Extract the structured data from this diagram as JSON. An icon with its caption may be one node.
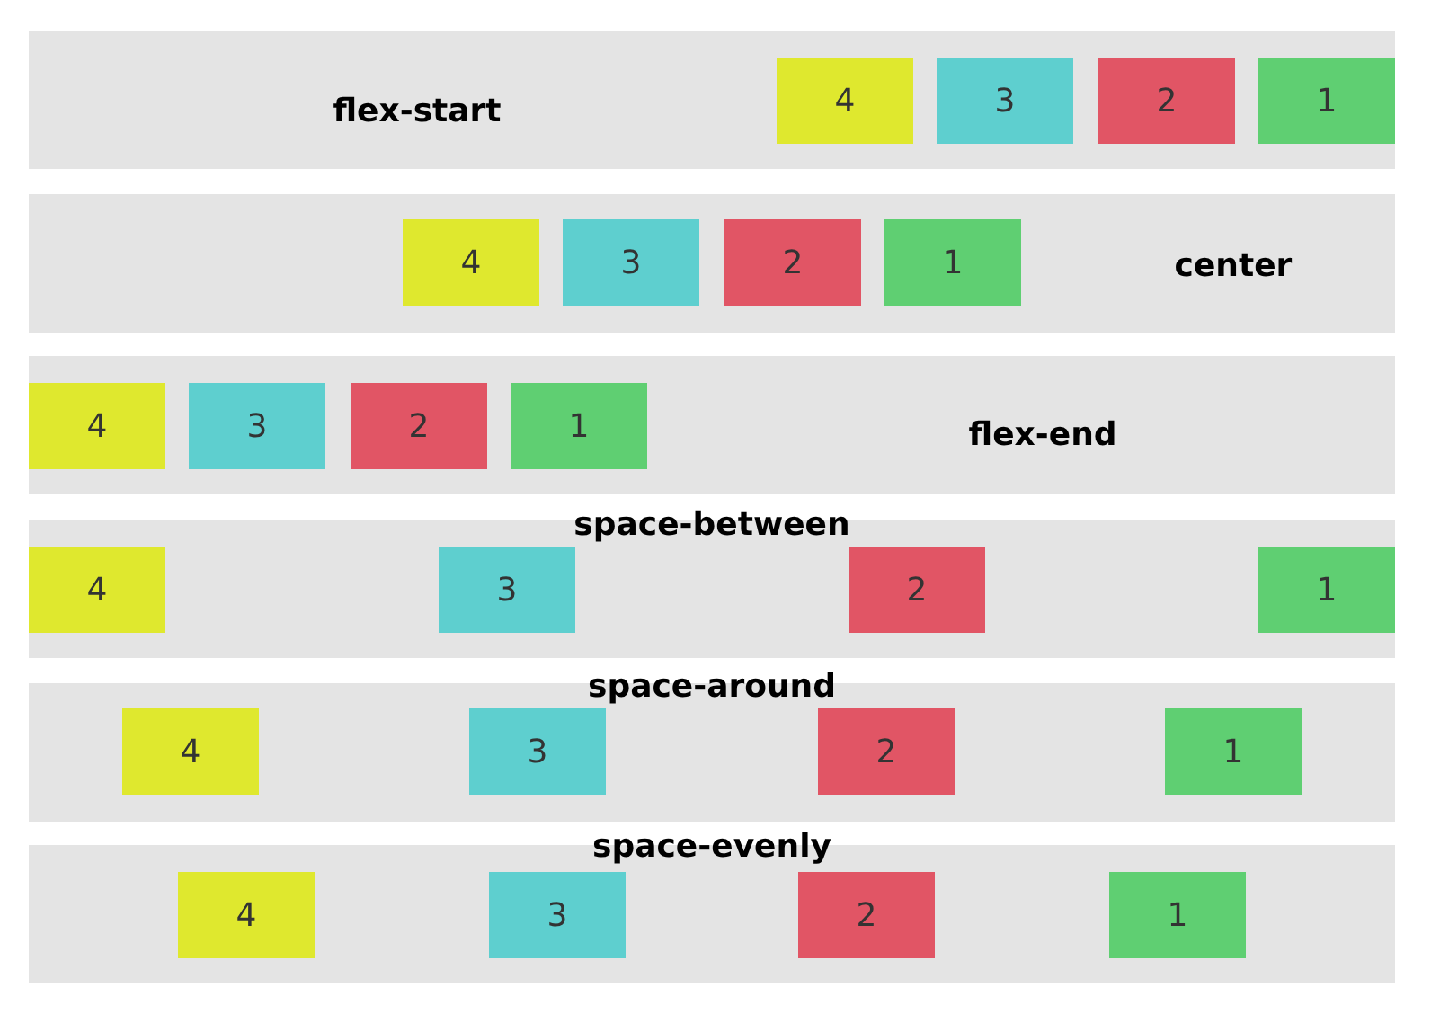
{
  "diagram": {
    "nodes": [
      {
        "text": [
          "flex-start"
        ]
      },
      {
        "text": [
          "4"
        ],
        "in": 0
      },
      {
        "text": [
          "3"
        ],
        "in": 0
      },
      {
        "text": [
          "2"
        ],
        "in": 0
      },
      {
        "text": [
          "1"
        ],
        "in": 0
      },
      {
        "text": [
          "center"
        ]
      },
      {
        "text": [
          "4"
        ],
        "in": 5
      },
      {
        "text": [
          "3"
        ],
        "in": 5
      },
      {
        "text": [
          "2"
        ],
        "in": 5
      },
      {
        "text": [
          "1"
        ],
        "in": 5
      },
      {
        "text": [
          "flex-end"
        ]
      },
      {
        "text": [
          "4"
        ],
        "in": 10
      },
      {
        "text": [
          "3"
        ],
        "in": 10
      },
      {
        "text": [
          "2"
        ],
        "in": 10
      },
      {
        "text": [
          "1"
        ],
        "in": 10
      },
      {
        "text": [
          "space-between"
        ]
      },
      {
        "text": [
          "4"
        ],
        "in": 15
      },
      {
        "text": [
          "3"
        ],
        "in": 15
      },
      {
        "text": [
          "2"
        ],
        "in": 15
      },
      {
        "text": [
          "1"
        ],
        "in": 15
      },
      {
        "text": [
          "space-around"
        ]
      },
      {
        "text": [
          "4"
        ],
        "in": 20
      },
      {
        "text": [
          "3"
        ],
        "in": 20
      },
      {
        "text": [
          "2"
        ],
        "in": 20
      },
      {
        "text": [
          "1"
        ],
        "in": 20
      },
      {
        "text": [
          "space-evenly"
        ]
      },
      {
        "text": [
          "4"
        ],
        "in": 25
      },
      {
        "text": [
          "3"
        ],
        "in": 25
      },
      {
        "text": [
          "2"
        ],
        "in": 25
      },
      {
        "text": [
          "1"
        ],
        "in": 25
      }
    ]
  }
}
